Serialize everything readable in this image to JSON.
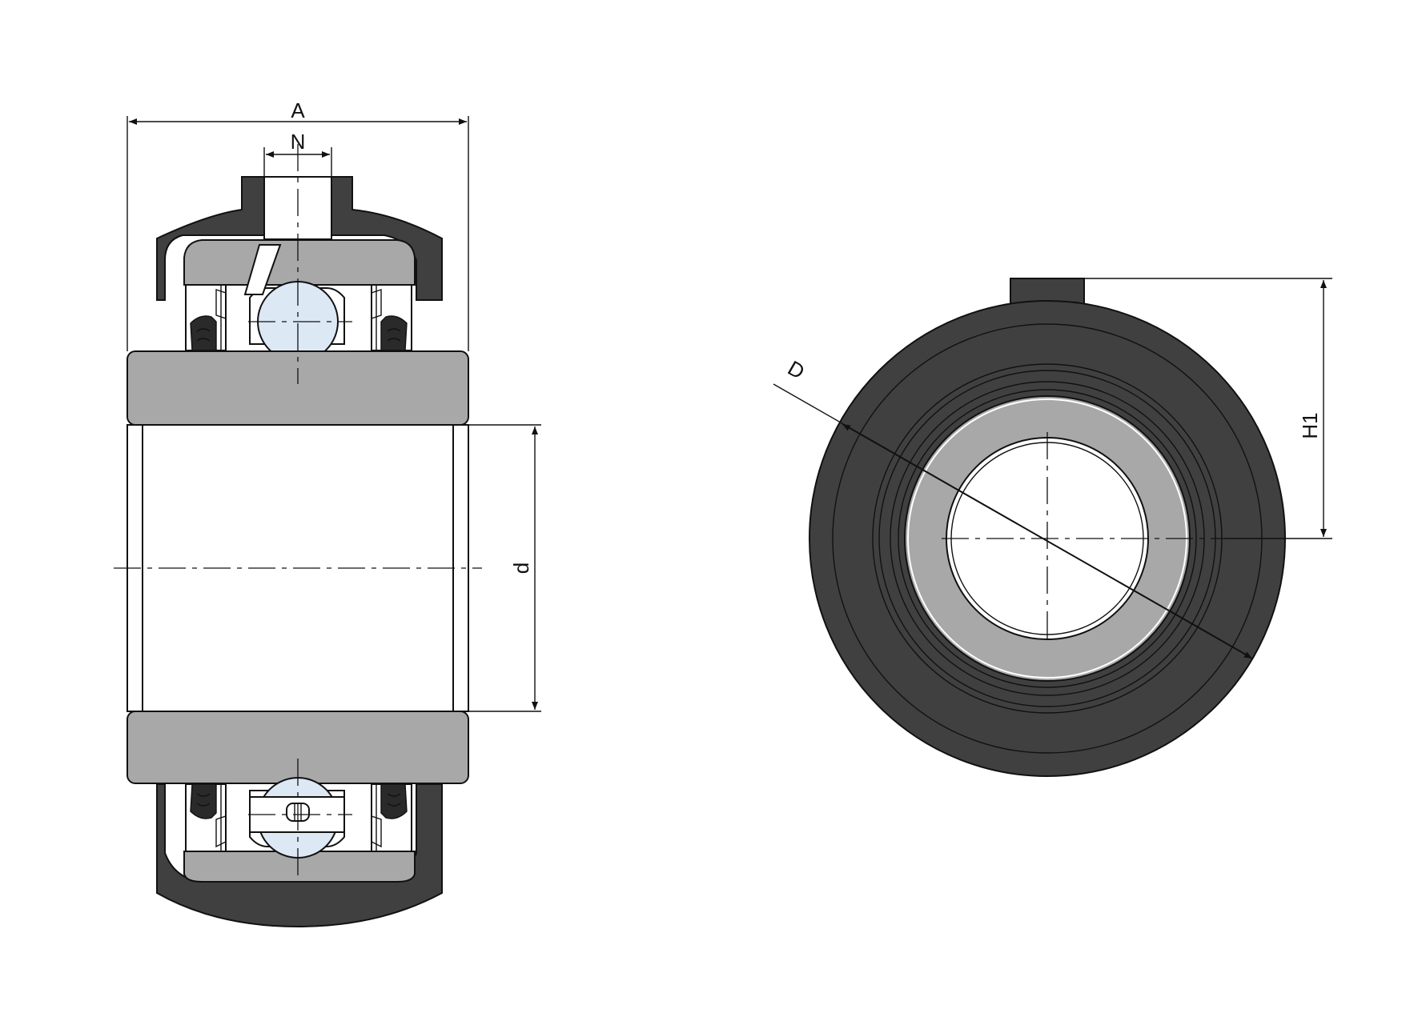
{
  "labels": {
    "A": "A",
    "N": "N",
    "d": "d",
    "D": "D",
    "H1": "H1"
  },
  "colors": {
    "housing": "#404040",
    "ring": "#a8a8a8",
    "ball": "#dde8f5",
    "line": "#111111",
    "background": "#ffffff"
  }
}
